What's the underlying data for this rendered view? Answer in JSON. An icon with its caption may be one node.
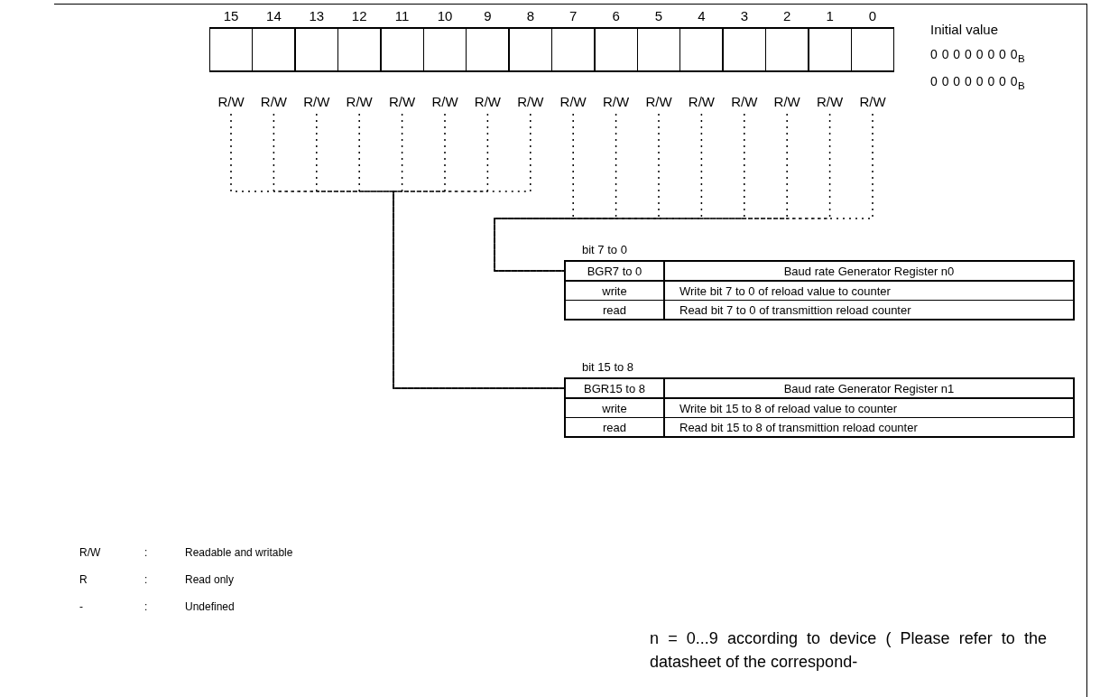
{
  "diagram": {
    "nodes": [
      {
        "text": [
          "15"
        ],
        "beside": [
          "R/W"
        ]
      },
      {
        "text": [
          "14"
        ],
        "beside": [
          "R/W"
        ]
      },
      {
        "text": [
          "13"
        ],
        "beside": [
          "R/W"
        ]
      },
      {
        "text": [
          "12"
        ],
        "beside": [
          "R/W"
        ]
      },
      {
        "text": [
          "11"
        ],
        "beside": [
          "R/W"
        ]
      },
      {
        "text": [
          "10"
        ],
        "beside": [
          "R/W"
        ]
      },
      {
        "text": [
          "9"
        ],
        "beside": [
          "R/W"
        ]
      },
      {
        "text": [
          "8"
        ],
        "beside": [
          "R/W"
        ]
      },
      {
        "text": [
          "7"
        ],
        "beside": [
          "R/W"
        ]
      },
      {
        "text": [
          "6"
        ],
        "beside": [
          "R/W"
        ]
      },
      {
        "text": [
          "5"
        ],
        "beside": [
          "R/W"
        ]
      },
      {
        "text": [
          "4"
        ],
        "beside": [
          "R/W"
        ]
      },
      {
        "text": [
          "3"
        ],
        "beside": [
          "R/W"
        ]
      },
      {
        "text": [
          "2"
        ],
        "beside": [
          "R/W"
        ]
      },
      {
        "text": [
          "1"
        ],
        "beside": [
          "R/W"
        ]
      },
      {
        "text": [
          "0"
        ],
        "beside": [
          "R/W"
        ]
      },
      {
        "text": [
          "bit 7 to 0",
          "BGR7 to 0",
          "Baud rate Generator Register n0",
          "write",
          "Write bit 7 to 0 of reload value to counter",
          "read",
          "Read bit 7 to 0 of transmittion reload counter"
        ]
      },
      {
        "text": [
          "bit 15 to 8",
          "BGR15 to 8",
          "Baud rate Generator Register n1",
          "write",
          "Write bit 15 to 8 of reload value to counter",
          "read",
          "Read bit 15 to 8 of transmittion reload counter"
        ]
      }
    ],
    "edges": [
      {
        "from": 8,
        "to": 16,
        "arrow": "none",
        "style": "dashed"
      },
      {
        "from": 9,
        "to": 16,
        "arrow": "none",
        "style": "dashed"
      },
      {
        "from": 10,
        "to": 16,
        "arrow": "none",
        "style": "dashed"
      },
      {
        "from": 11,
        "to": 16,
        "arrow": "none",
        "style": "dashed"
      },
      {
        "from": 12,
        "to": 16,
        "arrow": "none",
        "style": "dashed"
      },
      {
        "from": 13,
        "to": 16,
        "arrow": "none",
        "style": "dashed"
      },
      {
        "from": 14,
        "to": 16,
        "arrow": "none",
        "style": "dashed"
      },
      {
        "from": 15,
        "to": 16,
        "arrow": "none",
        "style": "dashed"
      },
      {
        "from": 0,
        "to": 17,
        "arrow": "none",
        "style": "dashed"
      },
      {
        "from": 1,
        "to": 17,
        "arrow": "none",
        "style": "dashed"
      },
      {
        "from": 2,
        "to": 17,
        "arrow": "none",
        "style": "dashed"
      },
      {
        "from": 3,
        "to": 17,
        "arrow": "none",
        "style": "dashed"
      },
      {
        "from": 4,
        "to": 17,
        "arrow": "none",
        "style": "dashed"
      },
      {
        "from": 5,
        "to": 17,
        "arrow": "none",
        "style": "dashed"
      },
      {
        "from": 6,
        "to": 17,
        "arrow": "none",
        "style": "dashed"
      },
      {
        "from": 7,
        "to": 17,
        "arrow": "none",
        "style": "dashed"
      }
    ],
    "labels": [
      "Initial value",
      "0 0 0 0 0 0 0 0$_{B}$",
      "0 0 0 0 0 0 0 0$_{B}$",
      "R/W",
      ":",
      "Readable and writable",
      "R",
      ":",
      "Read only",
      "-",
      ":",
      "Undefined",
      "n = 0...9 according to device ( Please refer to the datasheet of the correspond-"
    ]
  }
}
